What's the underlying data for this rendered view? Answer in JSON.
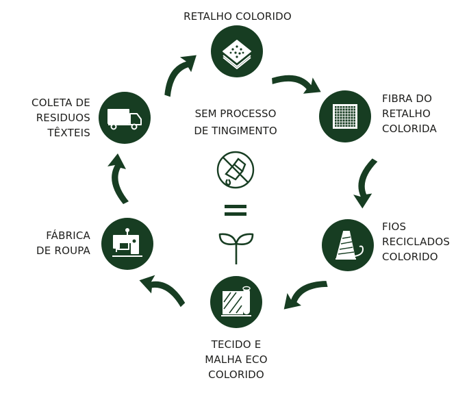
{
  "colors": {
    "node_fill": "#173d22",
    "arrow": "#173d22",
    "text": "#1d1d1b",
    "background": "#ffffff"
  },
  "nodes": [
    {
      "id": "retalho",
      "icon": "fabric-scraps-icon",
      "lines": [
        "RETALHO COLORIDO"
      ]
    },
    {
      "id": "fibra",
      "icon": "fiber-square-icon",
      "lines": [
        "FIBRA DO",
        "RETALHO",
        "COLORIDA"
      ]
    },
    {
      "id": "fios",
      "icon": "yarn-spool-icon",
      "lines": [
        "FIOS",
        "RECICLADOS",
        "COLORIDO"
      ]
    },
    {
      "id": "tecido",
      "icon": "fabric-roll-icon",
      "lines": [
        "TECIDO E",
        "MALHA ECO",
        "COLORIDO"
      ]
    },
    {
      "id": "fabrica",
      "icon": "sewing-machine-icon",
      "lines": [
        "FÁBRICA",
        "DE ROUPA"
      ]
    },
    {
      "id": "coleta",
      "icon": "truck-icon",
      "lines": [
        "COLETA DE",
        "RESIDUOS",
        "TÊXTEIS"
      ]
    }
  ],
  "center": {
    "lines": [
      "SEM PROCESSO",
      "DE TINGIMENTO"
    ],
    "icons": [
      "no-dye-icon",
      "equals-icon",
      "sprout-icon"
    ]
  }
}
